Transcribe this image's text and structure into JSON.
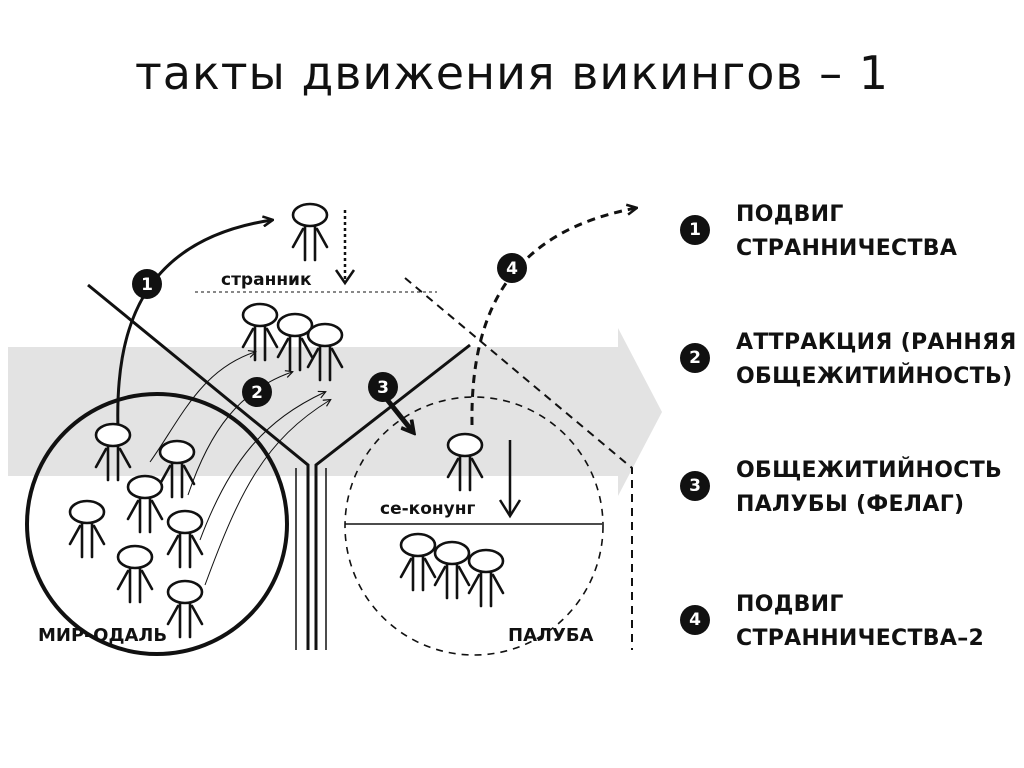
{
  "title": "такты движения викингов – 1",
  "labels": {
    "wanderer": "странник",
    "se_konung": "се-конунг",
    "world_far": "МИР–ОДАЛЬ",
    "deck": "ПАЛУБА"
  },
  "markers": [
    "1",
    "2",
    "3",
    "4"
  ],
  "legend": [
    {
      "num": "1",
      "line1": "ПОДВИГ",
      "line2": "СТРАННИЧЕСТВА"
    },
    {
      "num": "2",
      "line1": "АТТРАКЦИЯ (РАННЯЯ",
      "line2": "ОБЩЕЖИТИЙНОСТЬ)"
    },
    {
      "num": "3",
      "line1": "ОБЩЕЖИТИЙНОСТЬ",
      "line2": "ПАЛУБЫ (ФЕЛАГ)"
    },
    {
      "num": "4",
      "line1": "ПОДВИГ",
      "line2": "СТРАННИЧЕСТВА–2"
    }
  ],
  "colors": {
    "ink": "#111111",
    "band": "#e3e3e3",
    "background": "#ffffff"
  }
}
